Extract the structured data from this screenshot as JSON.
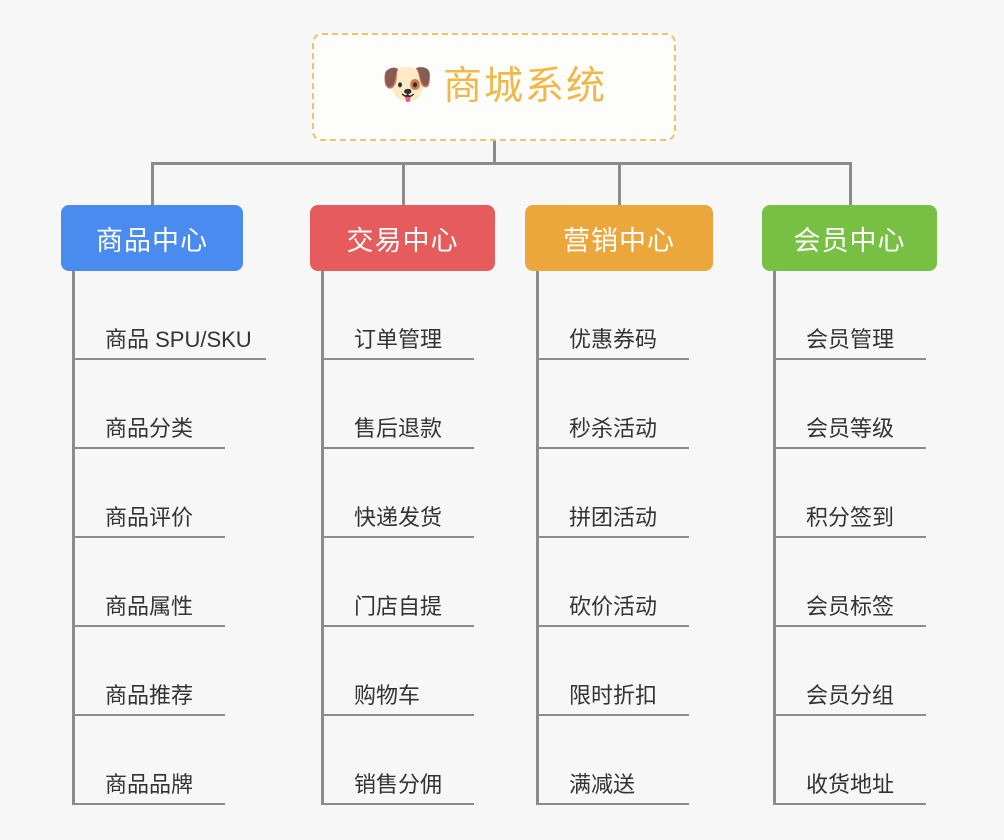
{
  "root": {
    "title": "商城系统",
    "icon": "shiba-dog-face-emoji",
    "emoji": "🐶",
    "border_color": "#f0c269",
    "text_color": "#f0b849"
  },
  "connector_color": "#8c8c8c",
  "background_color": "#f7f7f7",
  "columns": [
    {
      "label": "商品中心",
      "color": "#4a8bf0",
      "items": [
        {
          "label": "商品 SPU/SKU"
        },
        {
          "label": "商品分类"
        },
        {
          "label": "商品评价"
        },
        {
          "label": "商品属性"
        },
        {
          "label": "商品推荐"
        },
        {
          "label": "商品品牌"
        }
      ]
    },
    {
      "label": "交易中心",
      "color": "#e65c5c",
      "items": [
        {
          "label": "订单管理"
        },
        {
          "label": "售后退款"
        },
        {
          "label": "快递发货"
        },
        {
          "label": "门店自提"
        },
        {
          "label": "购物车"
        },
        {
          "label": "销售分佣"
        }
      ]
    },
    {
      "label": "营销中心",
      "color": "#eba73c",
      "items": [
        {
          "label": "优惠券码"
        },
        {
          "label": "秒杀活动"
        },
        {
          "label": "拼团活动"
        },
        {
          "label": "砍价活动"
        },
        {
          "label": "限时折扣"
        },
        {
          "label": "满减送"
        }
      ]
    },
    {
      "label": "会员中心",
      "color": "#78c043",
      "items": [
        {
          "label": "会员管理"
        },
        {
          "label": "会员等级"
        },
        {
          "label": "积分签到"
        },
        {
          "label": "会员标签"
        },
        {
          "label": "会员分组"
        },
        {
          "label": "收货地址"
        }
      ]
    }
  ]
}
